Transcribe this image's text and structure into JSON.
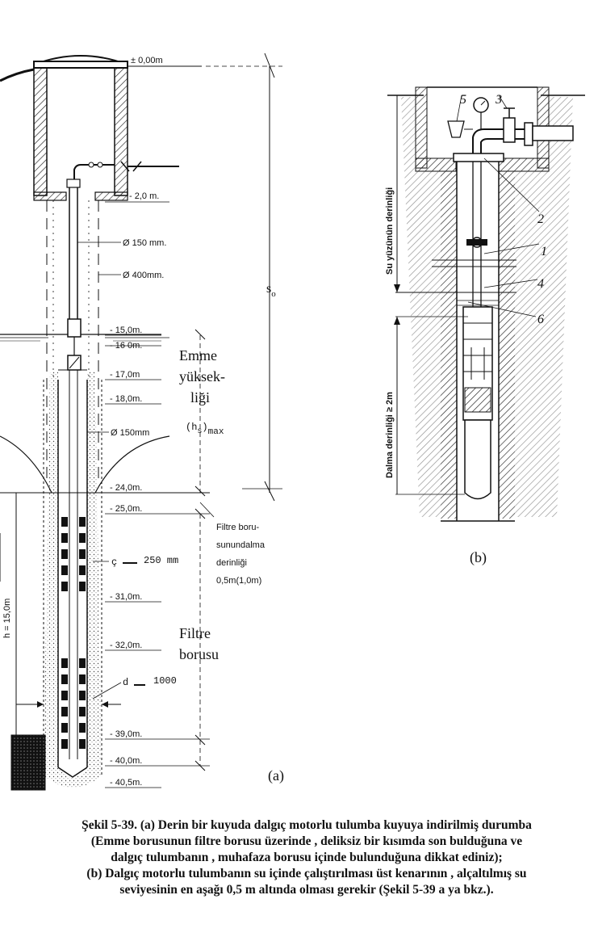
{
  "fig_a": {
    "levels": [
      "± 0,00m",
      "- 2,0 m.",
      "- 15,0m.",
      "- 16 0m.",
      "- 17,0m",
      "- 18,0m.",
      "- 24,0m.",
      "- 25,0m.",
      "- 31,0m.",
      "- 32,0m.",
      "- 39,0m.",
      "- 40,0m.",
      "- 40,5m."
    ],
    "dia_150": "Ø 150 mm.",
    "dia_400": "Ø 400mm.",
    "dia_150b": "Ø 150mm",
    "c_label": "ç",
    "c_value": "250   mm",
    "d_label": "d",
    "d_value": "1000",
    "so": "s",
    "so_sub": "o",
    "h_label": "h = 15,0m",
    "emme_lines": [
      "Emme",
      "yüksek-",
      "liği"
    ],
    "hs_text": "(h",
    "hs_sub": "s",
    "hs_max": ")",
    "hs_maxsub": "max",
    "filtre_boru_lines": [
      "Filtre boru-",
      "sunundalma",
      "derinliği",
      "0,5m(1,0m)"
    ],
    "filtre_borusu": [
      "Filtre",
      "borusu"
    ],
    "panel": "(a)"
  },
  "fig_b": {
    "callouts": [
      "5",
      "3",
      "2",
      "1",
      "4",
      "6"
    ],
    "su_label": "Su yüzünün derinliği",
    "dalma_label": "Dalma derinliği ≥ 2m",
    "panel": "(b)"
  },
  "caption": [
    "Şekil 5-39. (a) Derin bir kuyuda dalgıç motorlu tulumba kuyuya indirilmiş durumba",
    "(Emme borusunun filtre borusu üzerinde , deliksiz bir kısımda son bulduğuna ve",
    "dalgıç tulumbanın , muhafaza borusu içinde bulunduğuna dikkat ediniz);",
    "(b) Dalgıç motorlu tulumbanın su içinde çalıştırılması üst kenarının , alçaltılmış su",
    "seviyesinin en aşağı 0,5 m altında olması gerekir (Şekil 5-39 a ya bkz.)."
  ]
}
